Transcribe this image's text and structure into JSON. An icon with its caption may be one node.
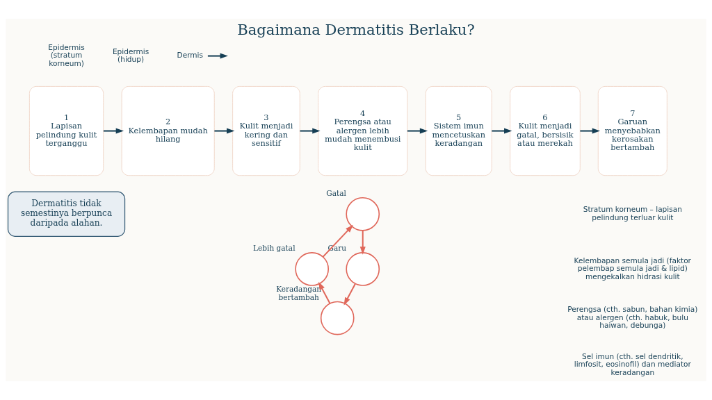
{
  "diagram": {
    "title": "Bagaimana Dermatitis Berlaku?",
    "nodes": [
      {
        "text": [
          "1",
          "Lapisan pelindung kulit terganggu"
        ]
      },
      {
        "text": [
          "2",
          "Kelembapan mudah hilang"
        ]
      },
      {
        "text": [
          "3",
          "Kulit menjadi kering dan sensitif"
        ]
      },
      {
        "text": [
          "4",
          "Perengsa atau alergen lebih mudah menembusi kulit"
        ]
      },
      {
        "text": [
          "5",
          "Sistem imun mencetuskan keradangan"
        ]
      },
      {
        "text": [
          "6",
          "Kulit menjadi gatal, bersisik atau merekah"
        ]
      },
      {
        "text": [
          "7",
          "Garuan menyebabkan kerosakan bertambah"
        ]
      },
      {
        "text": [
          "Dermis"
        ]
      },
      {
        "text": [],
        "shape": "circle",
        "beside": [
          "Gatal"
        ]
      },
      {
        "text": [],
        "shape": "circle",
        "beside": [
          "Garu"
        ]
      },
      {
        "text": [],
        "shape": "circle",
        "beside": [
          "Keradangan bertambah"
        ]
      },
      {
        "text": [],
        "shape": "circle",
        "beside": [
          "Lebih gatal"
        ]
      },
      {
        "text": [
          "Dermatitis tidak semestinya berpunca daripada alahan."
        ]
      }
    ],
    "edges": [
      {
        "from": 0,
        "to": 1,
        "arrow": "to"
      },
      {
        "from": 1,
        "to": 2,
        "arrow": "to"
      },
      {
        "from": 2,
        "to": 3,
        "arrow": "to"
      },
      {
        "from": 3,
        "to": 4,
        "arrow": "to"
      },
      {
        "from": 4,
        "to": 5,
        "arrow": "to"
      },
      {
        "from": 5,
        "to": 6,
        "arrow": "to"
      },
      {
        "from": 7,
        "to": null,
        "arrow": "to"
      },
      {
        "from": 8,
        "to": 9,
        "arrow": "to",
        "color": "#e0675a"
      },
      {
        "from": 9,
        "to": 10,
        "arrow": "to",
        "color": "#e0675a"
      },
      {
        "from": 10,
        "to": 11,
        "arrow": "to",
        "color": "#e0675a"
      },
      {
        "from": 11,
        "to": 8,
        "arrow": "to",
        "color": "#e0675a"
      }
    ],
    "labels": [
      "Epidermis (stratum korneum)",
      "Epidermis (hidup)"
    ],
    "legend": [
      {
        "text": "Stratum korneum – lapisan pelindung terluar kulit"
      },
      {
        "text": "Kelembapan semula jadi (faktor pelembap semula jadi & lipid) mengekalkan hidrasi kulit"
      },
      {
        "text": "Perengsa (cth. sabun, bahan kimia) atau alergen (cth. habuk, bulu haiwan, debunga)"
      },
      {
        "text": "Sel imun (cth. sel dendritik, limfosit, eosinofil) dan mediator keradangan"
      }
    ]
  }
}
